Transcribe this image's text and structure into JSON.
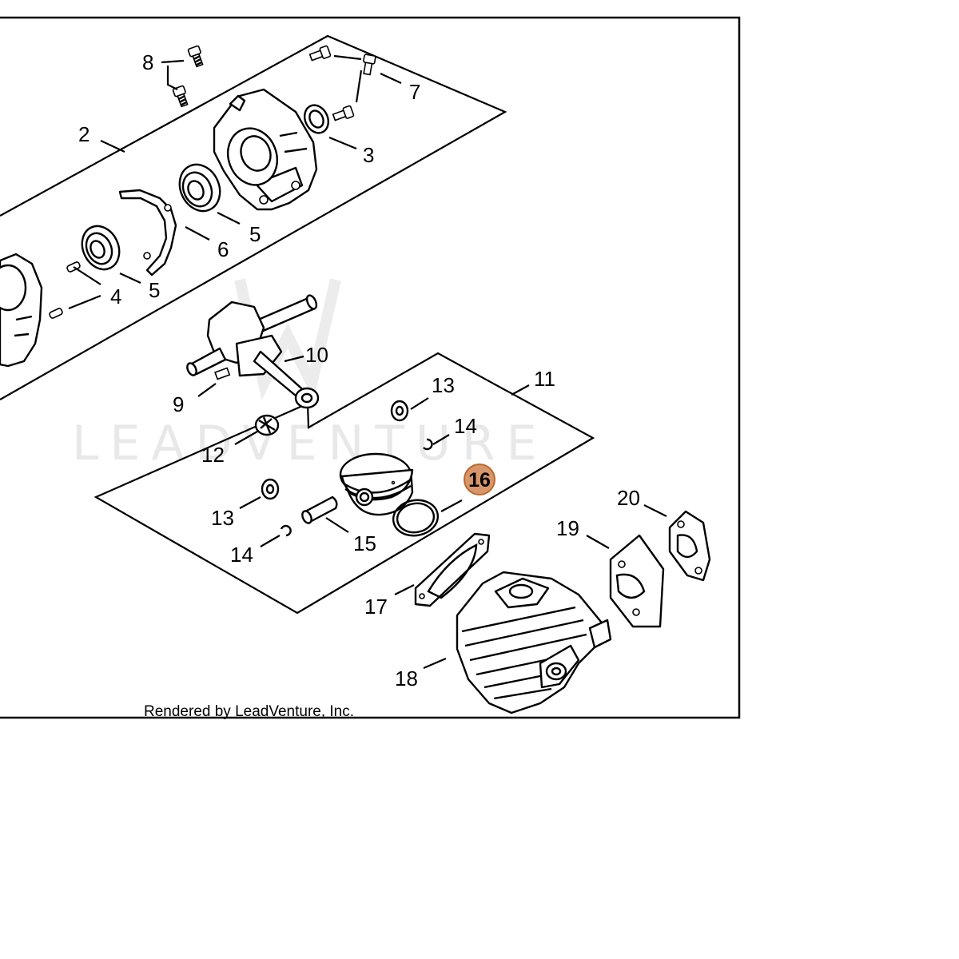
{
  "watermark": {
    "text": "LEADVENTURE"
  },
  "footer": {
    "credit": "Rendered by LeadVenture, Inc."
  },
  "highlight": {
    "part": "16",
    "color": "#d9956a",
    "border": "#b86a30"
  },
  "callouts": [
    {
      "id": "c2",
      "label": "2"
    },
    {
      "id": "c3",
      "label": "3"
    },
    {
      "id": "c4",
      "label": "4"
    },
    {
      "id": "c5a",
      "label": "5"
    },
    {
      "id": "c5b",
      "label": "5"
    },
    {
      "id": "c6",
      "label": "6"
    },
    {
      "id": "c7",
      "label": "7"
    },
    {
      "id": "c8",
      "label": "8"
    },
    {
      "id": "c9",
      "label": "9"
    },
    {
      "id": "c10",
      "label": "10"
    },
    {
      "id": "c11",
      "label": "11"
    },
    {
      "id": "c12",
      "label": "12"
    },
    {
      "id": "c13a",
      "label": "13"
    },
    {
      "id": "c13b",
      "label": "13"
    },
    {
      "id": "c14a",
      "label": "14"
    },
    {
      "id": "c14b",
      "label": "14"
    },
    {
      "id": "c15",
      "label": "15"
    },
    {
      "id": "c16",
      "label": "16"
    },
    {
      "id": "c17",
      "label": "17"
    },
    {
      "id": "c18",
      "label": "18"
    },
    {
      "id": "c19",
      "label": "19"
    },
    {
      "id": "c20",
      "label": "20"
    }
  ]
}
